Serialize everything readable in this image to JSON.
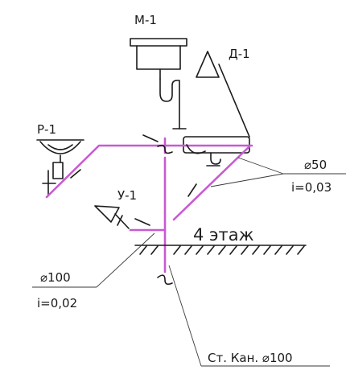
{
  "fixtures": {
    "washbasin": "М-1",
    "shower": "Д-1",
    "sink": "Р-1",
    "toilet": "У-1"
  },
  "pipe_upper": {
    "diameter": "⌀50",
    "slope": "i=0,03"
  },
  "pipe_lower": {
    "diameter": "⌀100",
    "slope": "i=0,02"
  },
  "floor_label": "4 этаж",
  "riser_label": "Ст. Кан. ⌀100",
  "colors": {
    "pipe": "#c85ad2",
    "ink": "#1a1a1a"
  }
}
